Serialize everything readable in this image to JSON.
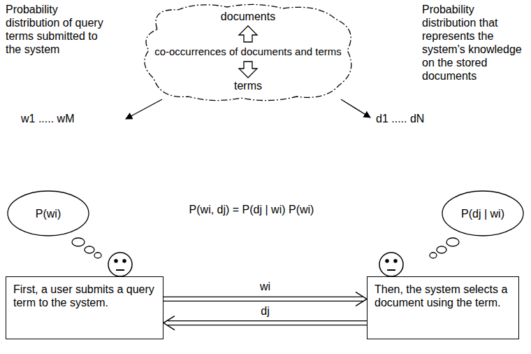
{
  "diagram": {
    "nodes": [
      {
        "text": [
          "documents",
          "co-occurrences of documents and terms",
          "terms"
        ]
      },
      {
        "text": [
          "P(wi)"
        ]
      },
      {
        "text": [
          "P(dj | wi)"
        ]
      },
      {
        "text": [
          "First, a user submits a query term to the system."
        ]
      },
      {
        "text": [
          "Then, the system selects a document using the term."
        ]
      }
    ],
    "edges": [
      {
        "from": 3,
        "to": 4,
        "label": "wi",
        "arrow": "to"
      },
      {
        "from": 4,
        "to": 3,
        "label": "dj",
        "arrow": "to"
      }
    ],
    "labels": [
      "Probability distribution of query terms submitted to the system",
      "Probability distribution that represents the system's knowledge on the stored documents",
      "w1 ..... wM",
      "d1 ..... dN",
      "P(wi, dj) = P(dj | wi) P(wi)"
    ]
  }
}
